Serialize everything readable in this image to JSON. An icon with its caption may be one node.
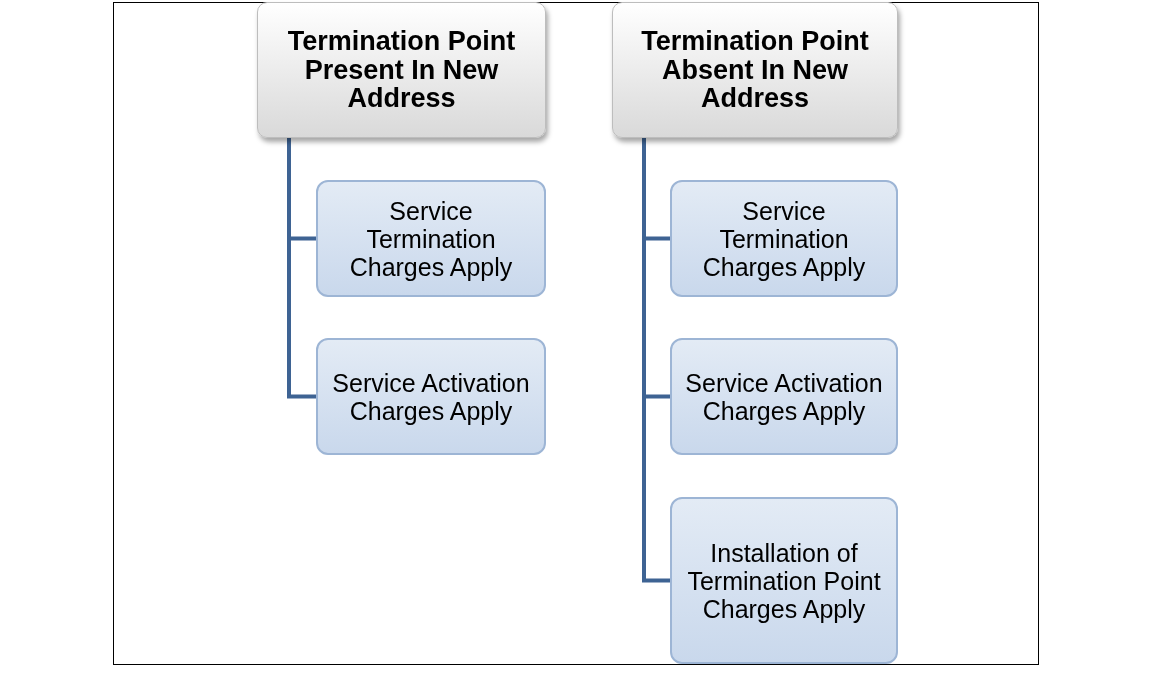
{
  "diagram": {
    "nodes": [
      {
        "text": [
          "Termination Point Present In New Address"
        ]
      },
      {
        "text": [
          "Service Termination Charges Apply"
        ]
      },
      {
        "text": [
          "Service Activation Charges Apply"
        ]
      },
      {
        "text": [
          "Termination Point Absent In New Address"
        ]
      },
      {
        "text": [
          "Service Termination Charges Apply"
        ]
      },
      {
        "text": [
          "Service Activation Charges Apply"
        ]
      },
      {
        "text": [
          "Installation of Termination Point Charges Apply"
        ]
      }
    ],
    "edges": [
      {
        "from": 0,
        "to": 1,
        "arrow": "none"
      },
      {
        "from": 0,
        "to": 2,
        "arrow": "none"
      },
      {
        "from": 3,
        "to": 4,
        "arrow": "none"
      },
      {
        "from": 3,
        "to": 5,
        "arrow": "none"
      },
      {
        "from": 3,
        "to": 6,
        "arrow": "none"
      }
    ]
  }
}
